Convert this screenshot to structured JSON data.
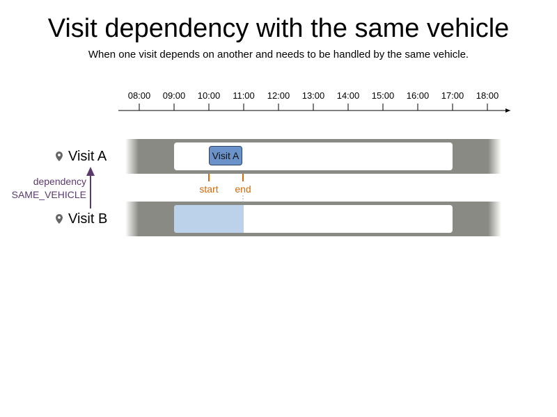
{
  "title": "Visit dependency with the same vehicle",
  "subtitle": "When one visit depends on another and needs to be handled by the same vehicle.",
  "timeline": {
    "ticks": [
      "08:00",
      "09:00",
      "10:00",
      "11:00",
      "12:00",
      "13:00",
      "14:00",
      "15:00",
      "16:00",
      "17:00",
      "18:00"
    ]
  },
  "lanes": {
    "visit_a": {
      "label": "Visit A",
      "icon": "map-pin-icon",
      "availability": [
        "09:00",
        "17:00"
      ]
    },
    "visit_b": {
      "label": "Visit B",
      "icon": "map-pin-icon",
      "availability": [
        "09:00",
        "17:00"
      ]
    }
  },
  "visit_a_box": {
    "label": "Visit A",
    "start": "10:00",
    "end": "11:00"
  },
  "window": {
    "start_label": "start",
    "end_label": "end"
  },
  "visit_b_blocked": {
    "from": "09:00",
    "to": "11:00"
  },
  "dependency": {
    "line1": "dependency",
    "line2": "SAME_VEHICLE"
  },
  "colors": {
    "lane_bg": "#8a8a85",
    "availability": "#ffffff",
    "visit_box": "#6b93c9",
    "blocked": "#bcd1ea",
    "window_marker": "#d06b0a",
    "dependency": "#5a3a6a"
  }
}
